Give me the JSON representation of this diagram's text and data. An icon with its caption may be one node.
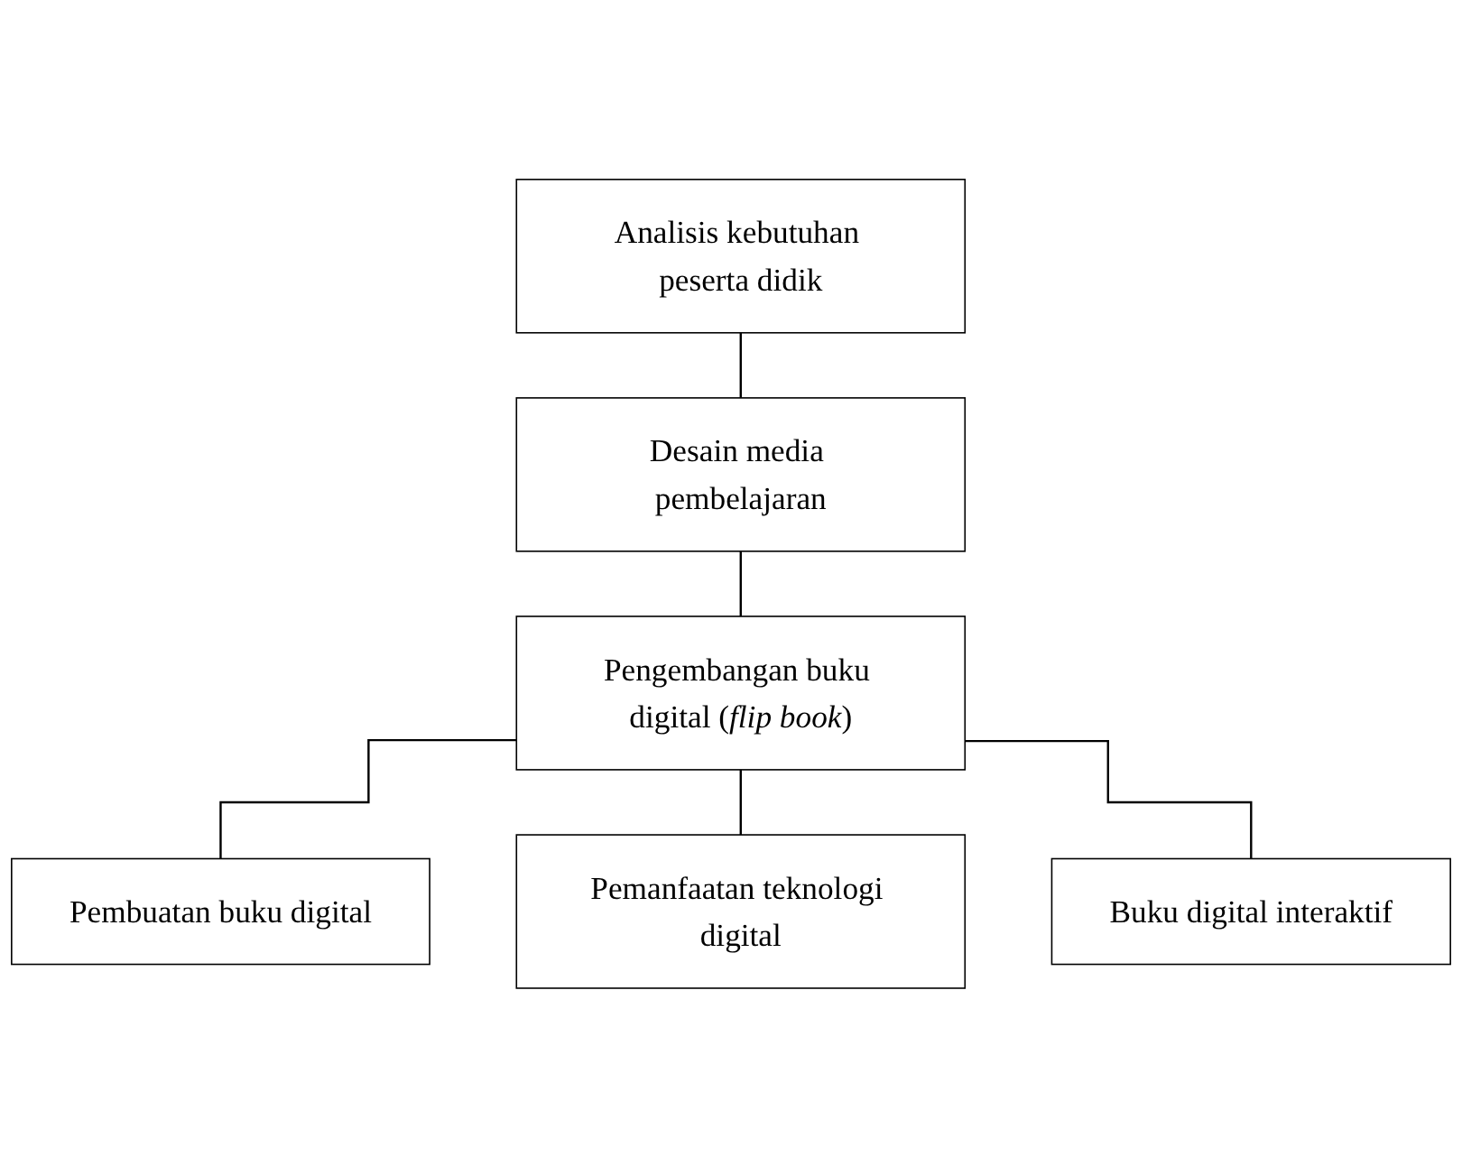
{
  "diagram": {
    "nodes": [
      {
        "text": [
          "Analisis kebutuhan peserta didik"
        ]
      },
      {
        "text": [
          "Desain media pembelajaran"
        ]
      },
      {
        "text": [
          "Pengembangan buku digital (*flip book*)"
        ]
      },
      {
        "text": [
          "Pembuatan buku digital"
        ]
      },
      {
        "text": [
          "Pemanfaatan teknologi digital"
        ]
      },
      {
        "text": [
          "Buku digital interaktif"
        ]
      }
    ],
    "edges": [
      {
        "from": 0,
        "to": 1,
        "arrow": "none"
      },
      {
        "from": 1,
        "to": 2,
        "arrow": "none"
      },
      {
        "from": 2,
        "to": 3,
        "arrow": "none"
      },
      {
        "from": 2,
        "to": 4,
        "arrow": "none"
      },
      {
        "from": 2,
        "to": 5,
        "arrow": "none"
      }
    ]
  }
}
